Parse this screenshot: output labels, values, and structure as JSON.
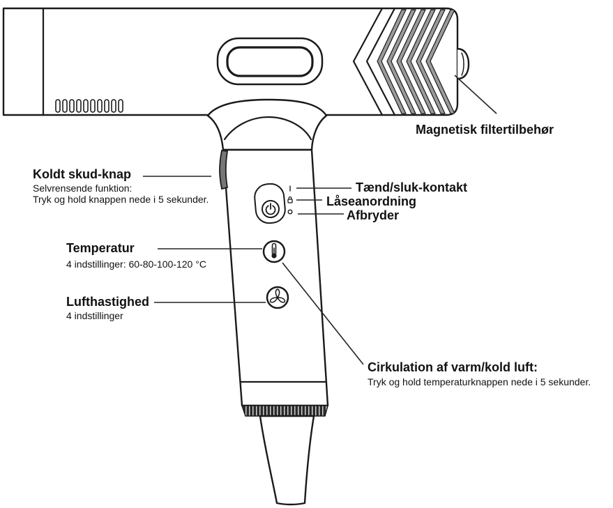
{
  "labels": {
    "filter": {
      "title": "Magnetisk filtertilbehør"
    },
    "cold_shot": {
      "title": "Koldt skud-knap",
      "line1": "Selvrensende funktion:",
      "line2": "Tryk og hold knappen nede i 5 sekunder."
    },
    "power": {
      "title": "Tænd/sluk-kontakt"
    },
    "lock": {
      "title": "Låseanordning"
    },
    "off": {
      "title": "Afbryder"
    },
    "temperature": {
      "title": "Temperatur",
      "detail": "4 indstillinger: 60-80-100-120 °C"
    },
    "air_speed": {
      "title": "Lufthastighed",
      "detail": "4 indstillinger"
    },
    "circulation": {
      "title": "Cirkulation af varm/kold luft:",
      "detail": "Tryk og hold temperaturknappen nede i 5 sekunder."
    }
  },
  "icons": {
    "power_button": "power-icon",
    "temperature_button": "thermometer-icon",
    "air_speed_button": "fan-icon",
    "lock_indicator": "lock-icon",
    "on_indicator": "on-mark-icon",
    "off_indicator": "off-mark-icon"
  },
  "colors": {
    "line": "#1a1a1a",
    "background": "#ffffff",
    "filter_fin": "#9a9a9a",
    "grille": "#2a2a2a",
    "cold_shot_button": "#777777"
  }
}
